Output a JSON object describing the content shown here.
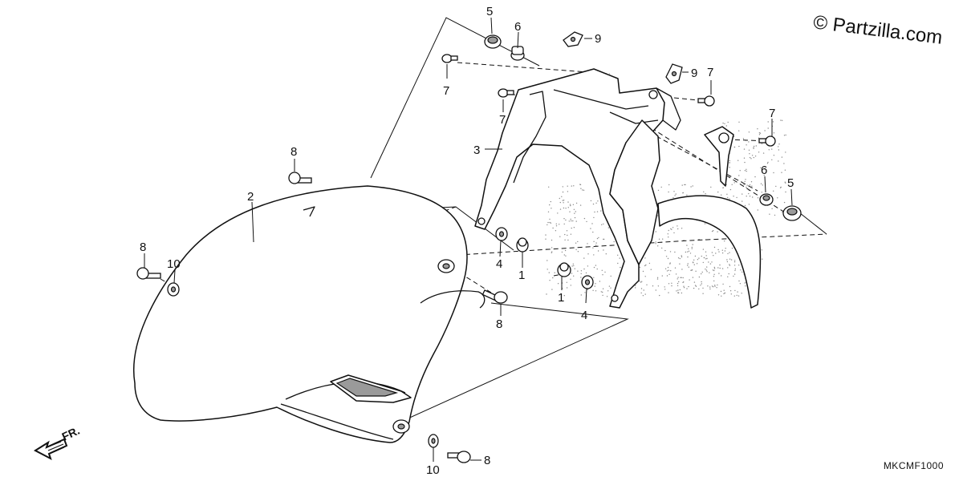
{
  "watermark": "© Partzilla.com",
  "diagram_code": "MKCMF1000",
  "direction_label": "FR.",
  "callouts": [
    {
      "id": "c5a",
      "label": "5"
    },
    {
      "id": "c6a",
      "label": "6"
    },
    {
      "id": "c9a",
      "label": "9"
    },
    {
      "id": "c7a",
      "label": "7"
    },
    {
      "id": "c7b",
      "label": "7"
    },
    {
      "id": "c9b",
      "label": "9"
    },
    {
      "id": "c7c",
      "label": "7"
    },
    {
      "id": "c7d",
      "label": "7"
    },
    {
      "id": "c3",
      "label": "3"
    },
    {
      "id": "c8a",
      "label": "8"
    },
    {
      "id": "c6b",
      "label": "6"
    },
    {
      "id": "c5b",
      "label": "5"
    },
    {
      "id": "c2",
      "label": "2"
    },
    {
      "id": "c8b",
      "label": "8"
    },
    {
      "id": "c10a",
      "label": "10"
    },
    {
      "id": "c4a",
      "label": "4"
    },
    {
      "id": "c1a",
      "label": "1"
    },
    {
      "id": "c1b",
      "label": "1"
    },
    {
      "id": "c4b",
      "label": "4"
    },
    {
      "id": "c8c",
      "label": "8"
    },
    {
      "id": "c10b",
      "label": "10"
    },
    {
      "id": "c8d",
      "label": "8"
    }
  ]
}
